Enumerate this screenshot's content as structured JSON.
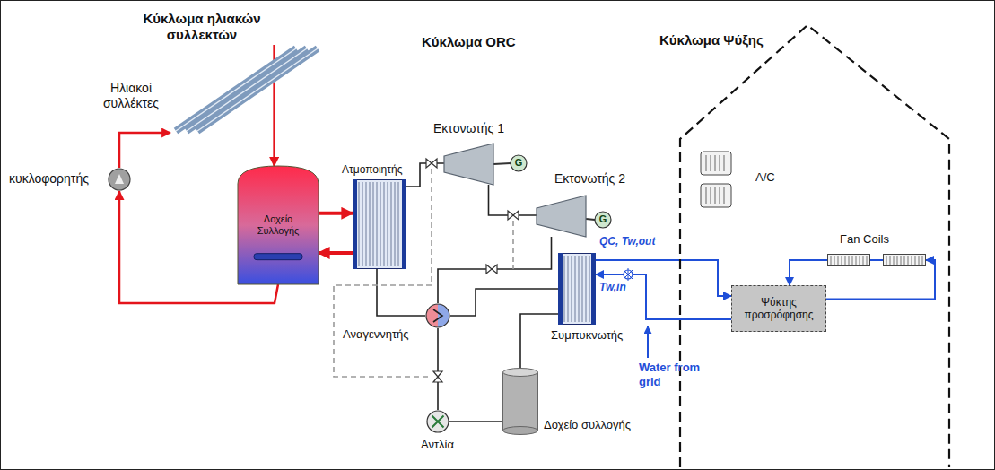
{
  "diagram": {
    "nodes": [
      {
        "text": [
          "Ηλιακοί συλλέκτες"
        ]
      },
      {
        "text": [
          "Δοχείο Συλλογής"
        ]
      },
      {
        "text": [
          "κυκλοφορητής"
        ]
      },
      {
        "text": [
          "Ατμοποιητής"
        ]
      },
      {
        "text": [
          "Εκτονωτής 1"
        ]
      },
      {
        "text": [
          "Εκτονωτής 2"
        ]
      },
      {
        "text": [
          "Αναγεννητής"
        ]
      },
      {
        "text": [
          "Συμπυκνωτής"
        ]
      },
      {
        "text": [
          "Δοχείο συλλογής"
        ]
      },
      {
        "text": [
          "Αντλία"
        ]
      },
      {
        "text": [
          "A/C"
        ]
      },
      {
        "text": [
          "Fan Coils"
        ]
      },
      {
        "text": [
          "Ψύκτης προσρόφησης"
        ]
      }
    ],
    "edges": [
      {
        "from": 0,
        "to": 1,
        "arrow": "to"
      },
      {
        "from": 1,
        "to": 2,
        "arrow": "to"
      },
      {
        "from": 2,
        "to": 0,
        "arrow": "to"
      },
      {
        "from": 1,
        "to": 3,
        "arrow": "to"
      },
      {
        "from": 3,
        "to": 1,
        "arrow": "to"
      },
      {
        "from": 3,
        "to": 4,
        "arrow": "none"
      },
      {
        "from": 4,
        "to": 5,
        "arrow": "none"
      },
      {
        "from": 5,
        "to": 6,
        "arrow": "none"
      },
      {
        "from": 6,
        "to": 7,
        "arrow": "none"
      },
      {
        "from": 7,
        "to": 8,
        "arrow": "none"
      },
      {
        "from": 8,
        "to": 9,
        "arrow": "none"
      },
      {
        "from": 9,
        "to": 6,
        "arrow": "none"
      },
      {
        "from": 6,
        "to": 3,
        "arrow": "none"
      },
      {
        "from": 7,
        "to": 12,
        "arrow": "to"
      },
      {
        "from": 12,
        "to": 7,
        "arrow": "to"
      },
      {
        "from": 12,
        "to": 11,
        "arrow": "to"
      },
      {
        "from": 11,
        "to": 12,
        "arrow": "to"
      }
    ],
    "labels": [
      "Κύκλωμα ηλιακών συλλεκτών",
      "Κύκλωμα ORC",
      "Κύκλωμα Ψύξης",
      "G",
      "G",
      "QC, Tw,out",
      "Tw,in",
      "Water from grid"
    ]
  }
}
